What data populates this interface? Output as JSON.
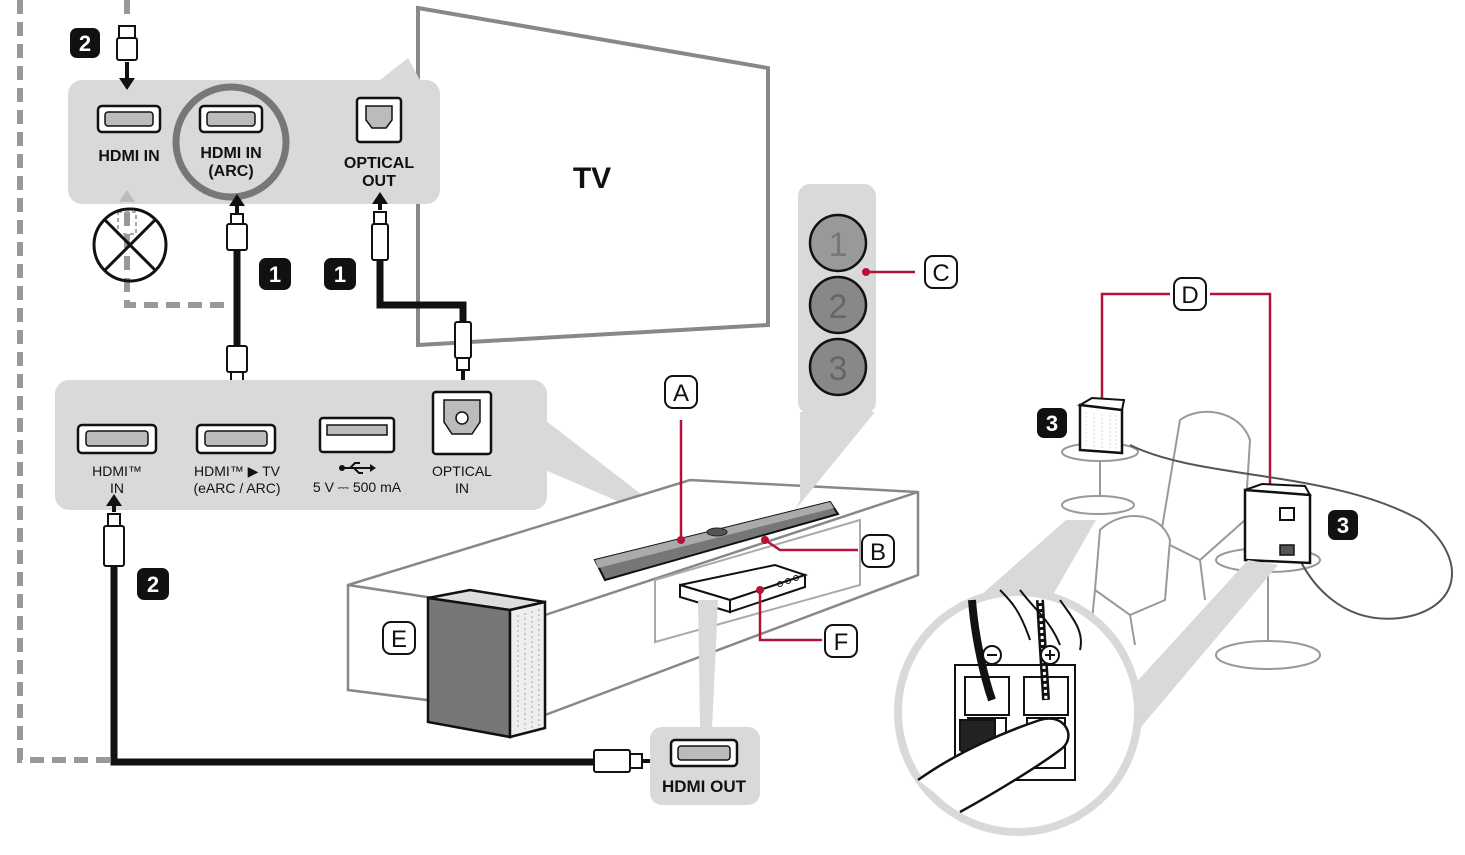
{
  "tv": {
    "title": "TV",
    "ports": {
      "hdmi_in": "HDMI IN",
      "hdmi_in_arc_line1": "HDMI IN",
      "hdmi_in_arc_line2": "(ARC)",
      "optical_out_line1": "OPTICAL",
      "optical_out_line2": "OUT"
    }
  },
  "soundbar_panel": {
    "hdmi_in_line1": "HDMI™",
    "hdmi_in_line2": "IN",
    "hdmi_tv_line1": "HDMI™ ▶ TV",
    "hdmi_tv_line2": "(eARC / ARC)",
    "usb_line": "5 V ⎓ 500 mA",
    "optical_in_line1": "OPTICAL",
    "optical_in_line2": "IN"
  },
  "device": {
    "hdmi_out": "HDMI OUT"
  },
  "steps": {
    "one": "1",
    "two": "2",
    "three": "3"
  },
  "callouts": {
    "a": "A",
    "b": "B",
    "c": "C",
    "d": "D",
    "e": "E",
    "f": "F"
  },
  "led_indicators": [
    "1",
    "2",
    "3"
  ],
  "colors": {
    "callout_line": "#b5123a",
    "panel_bg": "#d9d9d9",
    "cable": "#111111"
  }
}
